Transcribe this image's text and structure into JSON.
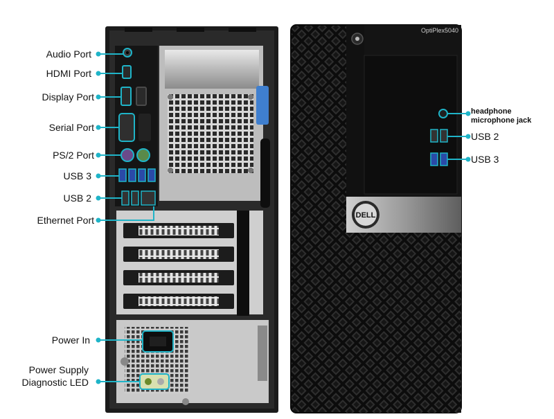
{
  "model_name": "OptiPlex5040",
  "brand": "DELL",
  "accent_color": "#1fb4c8",
  "rear_labels": {
    "audio_port": "Audio Port",
    "hdmi_port": "HDMI Port",
    "display_port": "Display Port",
    "serial_port": "Serial Port",
    "ps2_port": "PS/2 Port",
    "usb3": "USB 3",
    "usb2": "USB 2",
    "ethernet_port": "Ethernet Port",
    "power_in": "Power In",
    "psu_led_line1": "Power Supply",
    "psu_led_line2": "Diagnostic LED"
  },
  "front_labels": {
    "headphone_line1": "headphone",
    "headphone_line2": "microphone jack",
    "usb2": "USB 2",
    "usb3": "USB 3"
  }
}
